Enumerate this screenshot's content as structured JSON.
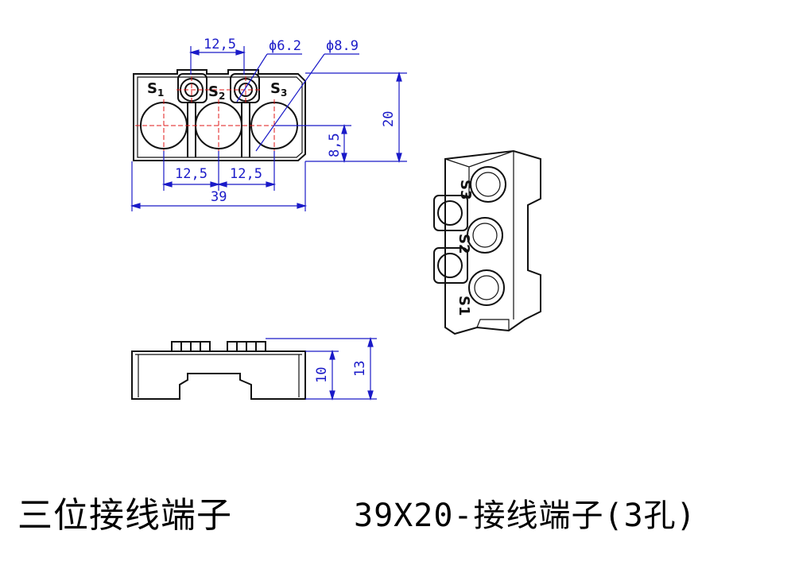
{
  "dimensions": {
    "pitch_top": "12,5",
    "hole_small": "ϕ6.2",
    "hole_large": "ϕ8.9",
    "height_total": "20",
    "hole_center_height": "8,5",
    "pitch_bottom_1": "12,5",
    "pitch_bottom_2": "12,5",
    "width_total": "39",
    "side_height_inner": "10",
    "side_height_total": "13"
  },
  "terminal_labels": {
    "s1": "S",
    "s1_sub": "1",
    "s2": "S",
    "s2_sub": "2",
    "s3": "S",
    "s3_sub": "3"
  },
  "iso_labels": [
    "S3",
    "S2",
    "S1"
  ],
  "caption": {
    "left": "三位接线端子",
    "right": "39X20-接线端子(3孔)"
  },
  "colors": {
    "dimension": "#1a1ac8",
    "center_line": "#e01a1a",
    "outline": "#111111"
  }
}
